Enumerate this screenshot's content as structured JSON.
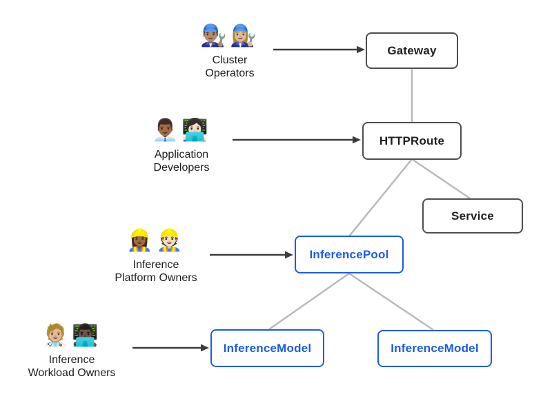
{
  "colors": {
    "accent": "#1a5ce8",
    "node_border": "#4d4d4d",
    "node_text": "#1f1f1f",
    "edge": "#b9b9b9",
    "arrow": "#3c3c3c",
    "background": "#ffffff",
    "label_text": "#1c1c1c"
  },
  "diagram": {
    "personas": [
      {
        "id": "cluster-operators",
        "emojis": [
          "👨🏽‍🔧",
          "👩🏼‍🔧"
        ],
        "label_lines": [
          "Cluster",
          "Operators"
        ]
      },
      {
        "id": "application-developers",
        "emojis": [
          "👨🏾‍💼",
          "👩🏻‍💻"
        ],
        "label_lines": [
          "Application",
          "Developers"
        ]
      },
      {
        "id": "inference-platform-owners",
        "emojis": [
          "👷🏾‍♀️",
          "👷🏻"
        ],
        "label_lines": [
          "Inference",
          "Platform Owners"
        ]
      },
      {
        "id": "inference-workload-owners",
        "emojis": [
          "🧑🏼‍⚕️",
          "👨🏿‍💻"
        ],
        "label_lines": [
          "Inference",
          "Workload Owners"
        ]
      }
    ],
    "nodes": {
      "gateway": {
        "label": "Gateway",
        "kind": "core"
      },
      "httproute": {
        "label": "HTTPRoute",
        "kind": "core"
      },
      "service": {
        "label": "Service",
        "kind": "core"
      },
      "inference_pool": {
        "label": "InferencePool",
        "kind": "extension"
      },
      "inference_model_left": {
        "label": "InferenceModel",
        "kind": "extension"
      },
      "inference_model_right": {
        "label": "InferenceModel",
        "kind": "extension"
      }
    },
    "edges": [
      {
        "from": "gateway",
        "to": "httproute"
      },
      {
        "from": "httproute",
        "to": "inference_pool"
      },
      {
        "from": "httproute",
        "to": "service"
      },
      {
        "from": "inference_pool",
        "to": "inference_model_left"
      },
      {
        "from": "inference_pool",
        "to": "inference_model_right"
      }
    ],
    "persona_arrows": [
      {
        "from": "cluster-operators",
        "to": "gateway"
      },
      {
        "from": "application-developers",
        "to": "httproute"
      },
      {
        "from": "inference-platform-owners",
        "to": "inference_pool"
      },
      {
        "from": "inference-workload-owners",
        "to": "inference_model_left"
      }
    ]
  }
}
